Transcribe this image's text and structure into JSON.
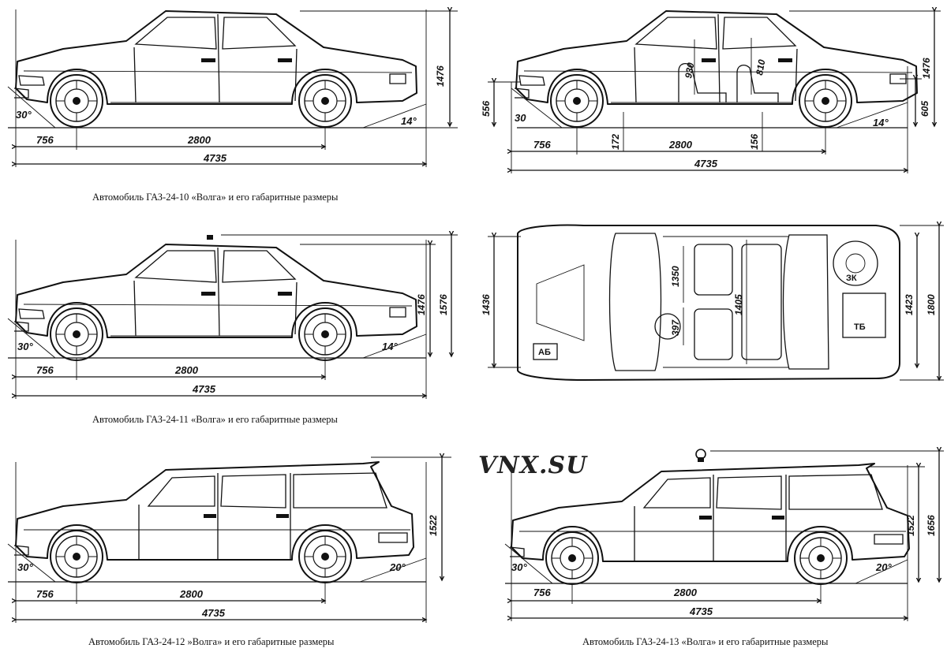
{
  "watermark": "VNX.SU",
  "panels": [
    {
      "id": "gaz-24-10",
      "caption": "Автомобиль ГАЗ-24-10 «Волга» и его габаритные размеры",
      "dims": {
        "front_overhang": "756",
        "wheelbase": "2800",
        "length": "4735",
        "height": "1476",
        "approach": "30°",
        "departure": "14°"
      }
    },
    {
      "id": "gaz-24-11",
      "caption": "Автомобиль ГАЗ-24-11 «Волга» и его габаритные размеры",
      "dims": {
        "front_overhang": "756",
        "wheelbase": "2800",
        "length": "4735",
        "height": "1476",
        "height2": "1576",
        "approach": "30°",
        "departure": "14°"
      }
    },
    {
      "id": "gaz-24-12",
      "caption": "Автомобиль ГАЗ-24-12 »Волга» и его габаритные размеры",
      "dims": {
        "front_overhang": "756",
        "wheelbase": "2800",
        "length": "4735",
        "height": "1522",
        "approach": "30°",
        "departure": "20°"
      }
    },
    {
      "id": "gaz-24-13",
      "caption": "Автомобиль ГАЗ-24-13 «Волга» и его габаритные размеры",
      "dims": {
        "front_overhang": "756",
        "wheelbase": "2800",
        "length": "4735",
        "height": "1522",
        "height2": "1656",
        "approach": "30°",
        "departure": "20°"
      }
    }
  ],
  "interior_side": {
    "dims": {
      "front_overhang": "756",
      "wheelbase": "2800",
      "length": "4735",
      "height": "1476",
      "front_height": "556",
      "rear_height": "605",
      "clearance_front": "172",
      "clearance_rear": "156",
      "seat_front": "930",
      "seat_rear": "810",
      "approach": "30",
      "departure": "14°"
    }
  },
  "plan_view": {
    "dims": {
      "track_front": "1436",
      "track_rear": "1423",
      "width": "1800",
      "interior_width": "1405",
      "seat_length": "1350",
      "seat_depth": "397"
    },
    "labels": {
      "battery": "АБ",
      "spare_wheel": "ЗК",
      "fuel_tank": "ТБ"
    }
  }
}
